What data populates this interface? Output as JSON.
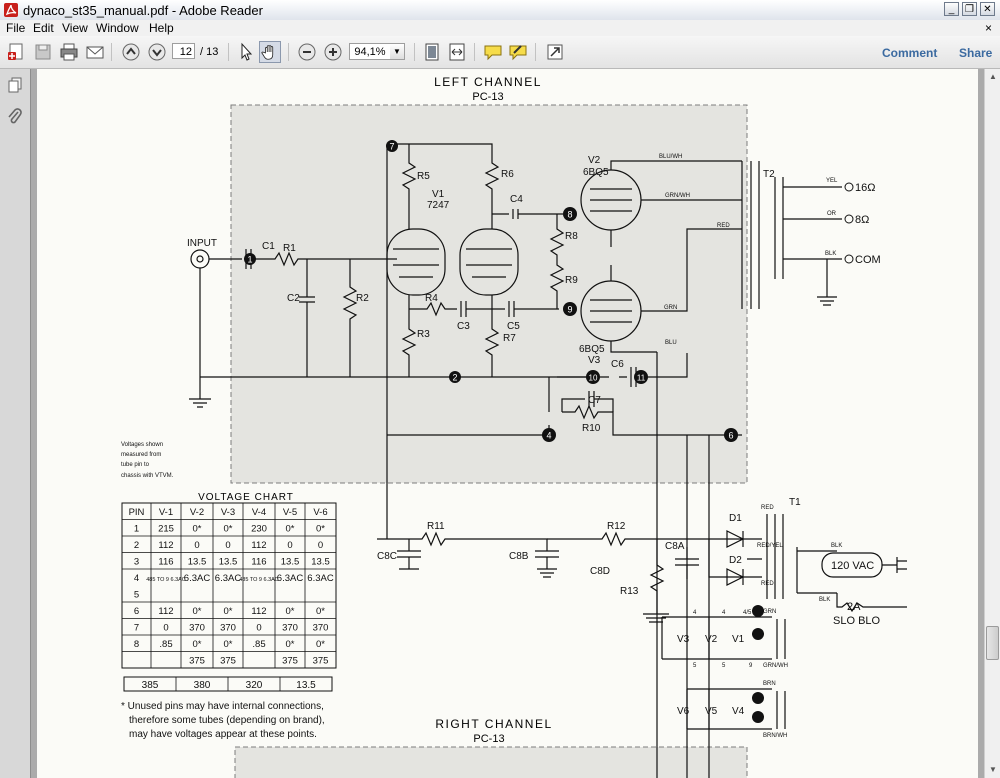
{
  "window": {
    "title": "dynaco_st35_manual.pdf - Adobe Reader",
    "minimize": "_",
    "restore": "❐",
    "close": "✕"
  },
  "menu": {
    "file": "File",
    "edit": "Edit",
    "view": "View",
    "window": "Window",
    "help": "Help",
    "close_x": "×"
  },
  "toolbar": {
    "page_current": "12",
    "page_total": "/ 13",
    "zoom": "94,1%",
    "comment": "Comment",
    "share": "Share"
  },
  "colors": {
    "link": "#3b6aa0",
    "shaded_board": "#e4e4e0"
  },
  "schematic": {
    "left_channel": "LEFT CHANNEL",
    "left_board": "PC-13",
    "right_channel": "RIGHT CHANNEL",
    "right_board": "PC-13",
    "input": "INPUT",
    "components": [
      "C1",
      "R1",
      "C2",
      "R2",
      "R5",
      "R6",
      "V1",
      "7247",
      "C4",
      "R8",
      "R9",
      "R4",
      "C3",
      "C5",
      "R3",
      "R7",
      "V2",
      "6BQ5",
      "V3",
      "6BQ5",
      "C6",
      "C7",
      "R10",
      "T2",
      "T1",
      "R11",
      "R12",
      "C8C",
      "C8B",
      "C8A",
      "C8D",
      "R13",
      "D1",
      "D2"
    ],
    "nodes": [
      "1",
      "2",
      "4",
      "6",
      "7",
      "8",
      "9",
      "10",
      "11"
    ],
    "wire_labels": [
      "BLU/WH",
      "GRN/WH",
      "RED",
      "GRN",
      "BLU",
      "YEL",
      "OR",
      "BLK",
      "RED",
      "RED/YEL",
      "RED",
      "BLK",
      "BLK",
      "GRN",
      "GRN/WH",
      "BRN",
      "BRN/WH"
    ],
    "outputs": [
      "16Ω",
      "8Ω",
      "COM"
    ],
    "mains": [
      "120 VAC",
      "2A",
      "SLO BLO"
    ],
    "heater_tubes_top": [
      "V3",
      "V2",
      "V1"
    ],
    "heater_tubes_bottom": [
      "V6",
      "V5",
      "V4"
    ],
    "heater_pins": [
      "4",
      "4",
      "4/5",
      "5",
      "5",
      "9"
    ],
    "voltage_note": [
      "Voltages shown",
      "measured from",
      "tube pin to",
      "chassis with VTVM."
    ],
    "unused_note": [
      "* Unused pins may have internal connections,",
      "therefore some tubes (depending on brand),",
      "may have voltages appear at these points."
    ]
  },
  "voltage_chart": {
    "title": "VOLTAGE CHART",
    "headers": [
      "PIN",
      "V-1",
      "V-2",
      "V-3",
      "V-4",
      "V-5",
      "V-6"
    ],
    "rows": [
      [
        "1",
        "215",
        "0*",
        "0*",
        "230",
        "0*",
        "0*"
      ],
      [
        "2",
        "112",
        "0",
        "0",
        "112",
        "0",
        "0"
      ],
      [
        "3",
        "116",
        "13.5",
        "13.5",
        "116",
        "13.5",
        "13.5"
      ],
      [
        "4",
        "485 TO 9 6.3AC",
        "6.3AC",
        "6.3AC",
        "485 TO 9 6.3AC",
        "6.3AC",
        "6.3AC"
      ],
      [
        "5",
        "",
        "",
        "",
        "",
        "",
        ""
      ],
      [
        "6",
        "112",
        "0*",
        "0*",
        "112",
        "0*",
        "0*"
      ],
      [
        "7",
        "0",
        "370",
        "370",
        "0",
        "370",
        "370"
      ],
      [
        "8",
        ".85",
        "0*",
        "0*",
        ".85",
        "0*",
        "0*"
      ],
      [
        "",
        "",
        "375",
        "375",
        "",
        "375",
        "375"
      ]
    ],
    "supply": [
      "385",
      "380",
      "320",
      "13.5"
    ]
  }
}
